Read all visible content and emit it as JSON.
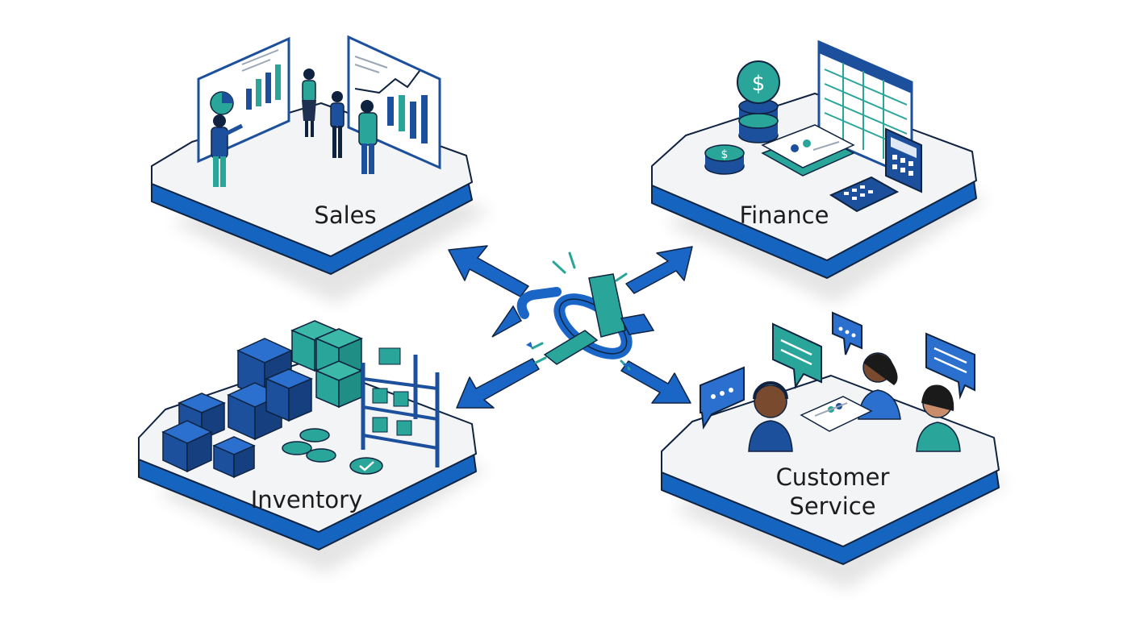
{
  "departments": {
    "sales": {
      "label": "Sales"
    },
    "finance": {
      "label": "Finance"
    },
    "inventory": {
      "label": "Inventory"
    },
    "customer_service": {
      "label_line1": "Customer",
      "label_line2": "Service"
    }
  },
  "colors": {
    "platform_side": "#1565c0",
    "platform_top": "#f3f4f6",
    "arrow": "#1a66c6",
    "teal": "#2aa59a",
    "dark_blue": "#1c4f9c",
    "outline": "#0f2340"
  },
  "icons": [
    "broken-link-icon",
    "cash-stack-icon",
    "spreadsheet-icon",
    "calculator-icon",
    "box-icon",
    "shelf-icon",
    "chat-bubble-icon",
    "headset-icon"
  ]
}
